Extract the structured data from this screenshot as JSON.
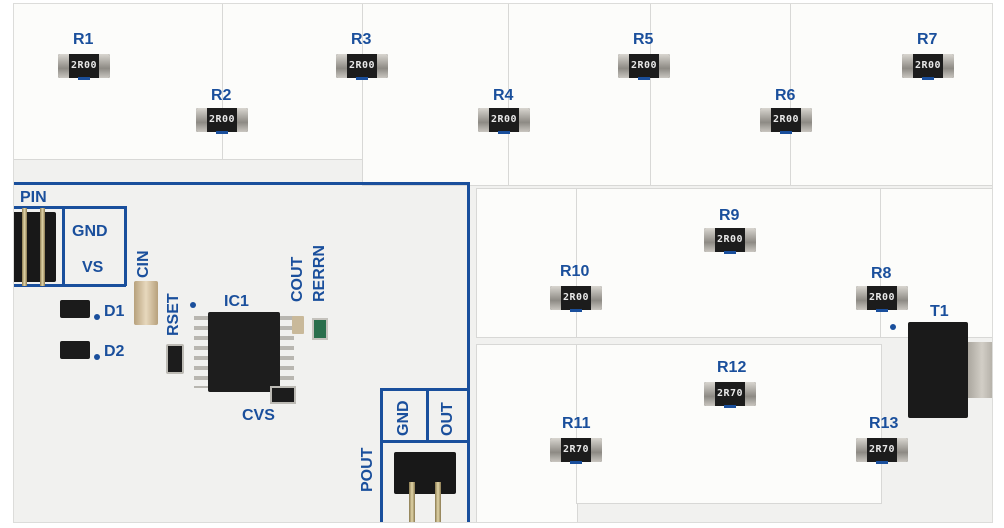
{
  "resistors": [
    {
      "ref": "R1",
      "code": "2R00"
    },
    {
      "ref": "R2",
      "code": "2R00"
    },
    {
      "ref": "R3",
      "code": "2R00"
    },
    {
      "ref": "R4",
      "code": "2R00"
    },
    {
      "ref": "R5",
      "code": "2R00"
    },
    {
      "ref": "R6",
      "code": "2R00"
    },
    {
      "ref": "R7",
      "code": "2R00"
    },
    {
      "ref": "R8",
      "code": "2R00"
    },
    {
      "ref": "R9",
      "code": "2R00"
    },
    {
      "ref": "R10",
      "code": "2R00"
    },
    {
      "ref": "R11",
      "code": "2R70"
    },
    {
      "ref": "R12",
      "code": "2R70"
    },
    {
      "ref": "R13",
      "code": "2R70"
    }
  ],
  "labels": {
    "pin": "PIN",
    "gnd": "GND",
    "vs": "VS",
    "cin": "CIN",
    "rset": "RSET",
    "d1": "D1",
    "d2": "D2",
    "ic1": "IC1",
    "cout": "COUT",
    "rerrn": "RERRN",
    "cvs": "CVS",
    "pout": "POUT",
    "pout_gnd": "GND",
    "pout_out": "OUT",
    "t1": "T1"
  },
  "colors": {
    "silkscreen": "#1a4f9c",
    "board": "#f1f1ef",
    "component": "#1c1c1c"
  }
}
